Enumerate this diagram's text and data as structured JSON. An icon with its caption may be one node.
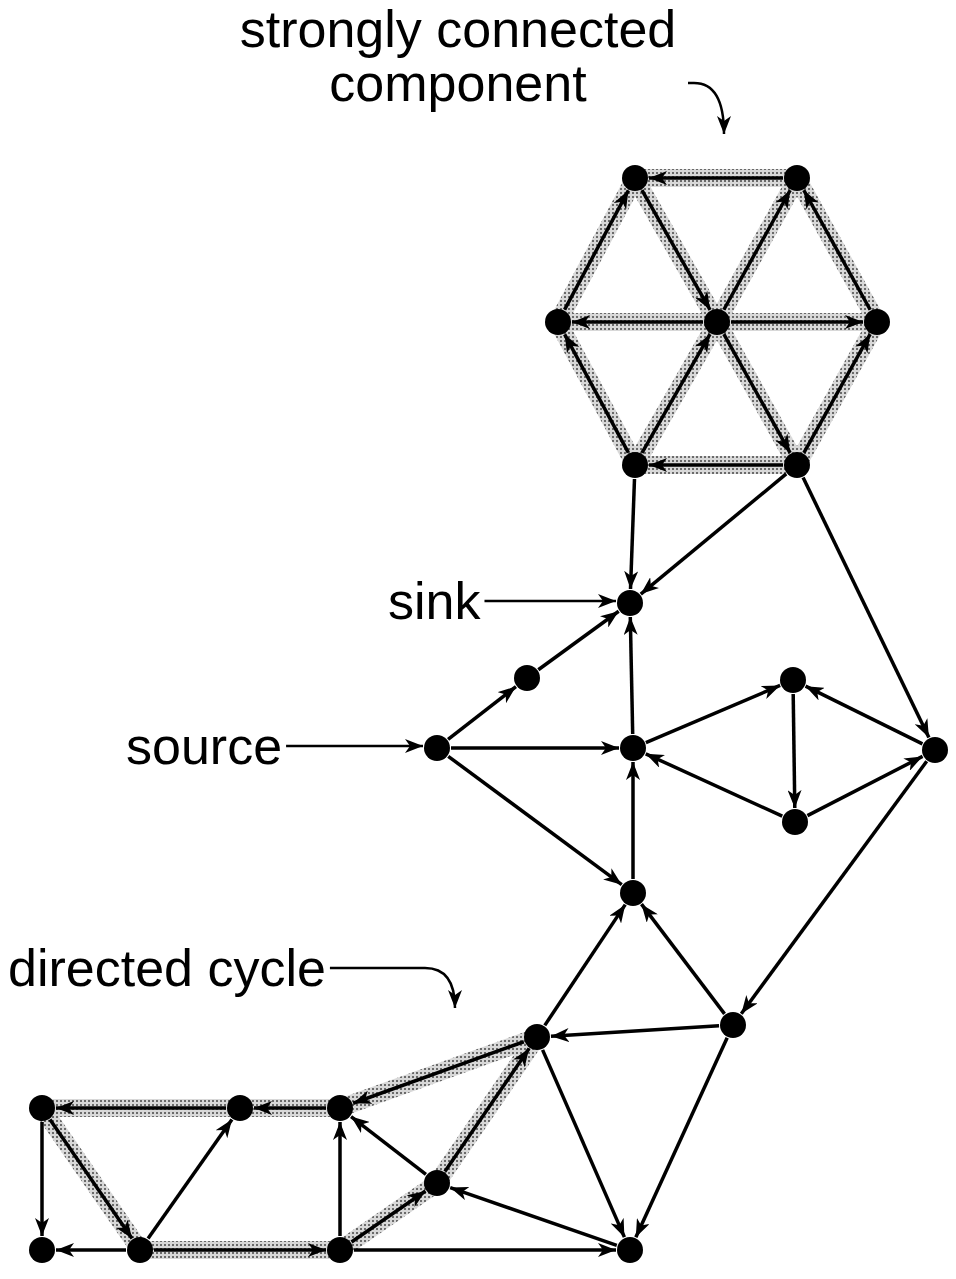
{
  "diagram": {
    "nodes": [
      {
        "text": [
          "strongly connected component"
        ]
      },
      {
        "text": [],
        "shape": "circle"
      },
      {
        "text": [],
        "shape": "circle"
      },
      {
        "text": [],
        "shape": "circle"
      },
      {
        "text": [],
        "shape": "circle"
      },
      {
        "text": [],
        "shape": "circle"
      },
      {
        "text": [],
        "shape": "circle"
      },
      {
        "text": [],
        "shape": "circle"
      },
      {
        "text": [
          "sink"
        ]
      },
      {
        "text": [],
        "shape": "circle"
      },
      {
        "text": [],
        "shape": "circle"
      },
      {
        "text": [],
        "shape": "circle"
      },
      {
        "text": [
          "source"
        ]
      },
      {
        "text": [],
        "shape": "circle"
      },
      {
        "text": [],
        "shape": "circle"
      },
      {
        "text": [],
        "shape": "circle"
      },
      {
        "text": [],
        "shape": "circle"
      },
      {
        "text": [],
        "shape": "circle"
      },
      {
        "text": [
          "directed cycle"
        ]
      },
      {
        "text": [],
        "shape": "circle"
      },
      {
        "text": [],
        "shape": "circle"
      },
      {
        "text": [],
        "shape": "circle"
      },
      {
        "text": [],
        "shape": "circle"
      },
      {
        "text": [],
        "shape": "circle"
      },
      {
        "text": [],
        "shape": "circle"
      },
      {
        "text": [],
        "shape": "circle"
      },
      {
        "text": [],
        "shape": "circle"
      },
      {
        "text": [],
        "shape": "circle"
      },
      {
        "text": [],
        "shape": "circle"
      }
    ],
    "edges": [
      {
        "from": 0,
        "to": null,
        "arrow": "to"
      },
      {
        "from": 2,
        "to": 1,
        "arrow": "to"
      },
      {
        "from": 3,
        "to": 1,
        "arrow": "to"
      },
      {
        "from": 1,
        "to": 4,
        "arrow": "to"
      },
      {
        "from": 4,
        "to": 2,
        "arrow": "to"
      },
      {
        "from": 5,
        "to": 2,
        "arrow": "to"
      },
      {
        "from": 4,
        "to": 3,
        "arrow": "to"
      },
      {
        "from": 4,
        "to": 5,
        "arrow": "to"
      },
      {
        "from": 6,
        "to": 3,
        "arrow": "to"
      },
      {
        "from": 6,
        "to": 4,
        "arrow": "to"
      },
      {
        "from": 4,
        "to": 7,
        "arrow": "to"
      },
      {
        "from": 7,
        "to": 5,
        "arrow": "to"
      },
      {
        "from": 7,
        "to": 6,
        "arrow": "to"
      },
      {
        "from": 6,
        "to": 9,
        "arrow": "to"
      },
      {
        "from": 7,
        "to": 9,
        "arrow": "to"
      },
      {
        "from": 7,
        "to": 15,
        "arrow": "to"
      },
      {
        "from": 8,
        "to": 9,
        "arrow": "to"
      },
      {
        "from": 13,
        "to": 10,
        "arrow": "to"
      },
      {
        "from": 10,
        "to": 9,
        "arrow": "to"
      },
      {
        "from": 14,
        "to": 9,
        "arrow": "to"
      },
      {
        "from": 13,
        "to": 14,
        "arrow": "to"
      },
      {
        "from": 13,
        "to": 17,
        "arrow": "to"
      },
      {
        "from": 17,
        "to": 14,
        "arrow": "to"
      },
      {
        "from": 14,
        "to": 11,
        "arrow": "to"
      },
      {
        "from": 11,
        "to": 16,
        "arrow": "to"
      },
      {
        "from": 15,
        "to": 11,
        "arrow": "to"
      },
      {
        "from": 16,
        "to": 14,
        "arrow": "to"
      },
      {
        "from": 16,
        "to": 15,
        "arrow": "to"
      },
      {
        "from": 15,
        "to": 20,
        "arrow": "to"
      },
      {
        "from": 12,
        "to": 13,
        "arrow": "to"
      },
      {
        "from": 18,
        "to": null,
        "arrow": "to"
      },
      {
        "from": 19,
        "to": 17,
        "arrow": "to"
      },
      {
        "from": 20,
        "to": 17,
        "arrow": "to"
      },
      {
        "from": 20,
        "to": 19,
        "arrow": "to"
      },
      {
        "from": 19,
        "to": 28,
        "arrow": "to"
      },
      {
        "from": 20,
        "to": 28,
        "arrow": "to"
      },
      {
        "from": 28,
        "to": 24,
        "arrow": "to"
      },
      {
        "from": 27,
        "to": 28,
        "arrow": "to"
      },
      {
        "from": 27,
        "to": 24,
        "arrow": "to"
      },
      {
        "from": 24,
        "to": 19,
        "arrow": "to"
      },
      {
        "from": 24,
        "to": 23,
        "arrow": "to"
      },
      {
        "from": 27,
        "to": 23,
        "arrow": "to"
      },
      {
        "from": 19,
        "to": 23,
        "arrow": "to"
      },
      {
        "from": 23,
        "to": 22,
        "arrow": "to"
      },
      {
        "from": 22,
        "to": 21,
        "arrow": "to"
      },
      {
        "from": 21,
        "to": 25,
        "arrow": "to"
      },
      {
        "from": 21,
        "to": 26,
        "arrow": "to"
      },
      {
        "from": 26,
        "to": 25,
        "arrow": "to"
      },
      {
        "from": 26,
        "to": 22,
        "arrow": "to"
      },
      {
        "from": 26,
        "to": 27,
        "arrow": "to"
      }
    ]
  }
}
